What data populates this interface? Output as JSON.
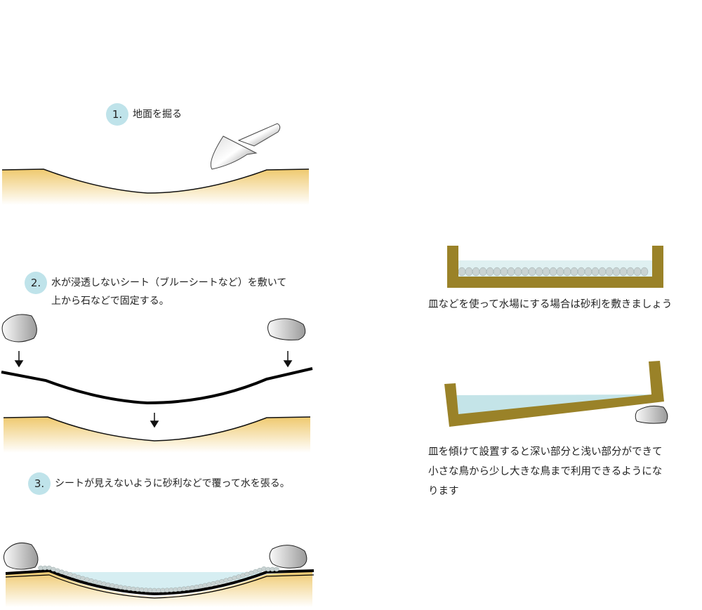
{
  "steps": [
    {
      "num": "1.",
      "lines": [
        "地面を掘る"
      ]
    },
    {
      "num": "2.",
      "lines": [
        "水が浸透しないシート（ブルーシートなど）を敷いて",
        "上から石などで固定する。"
      ]
    },
    {
      "num": "3.",
      "lines": [
        "シートが見えないように砂利などで覆って水を張る。"
      ]
    }
  ],
  "captions": {
    "flat_dish": "皿などを使って水場にする場合は砂利を敷きましょう",
    "tilted_dish": [
      "皿を傾けて設置すると深い部分と浅い部分ができて",
      "小さな鳥から少し大きな鳥まで利用できるようにな",
      "ります"
    ]
  },
  "colors": {
    "soil": "#f0cd78",
    "dish": "#9a8228",
    "water": "#c4e4e8",
    "badge": "#bfe3ea"
  }
}
